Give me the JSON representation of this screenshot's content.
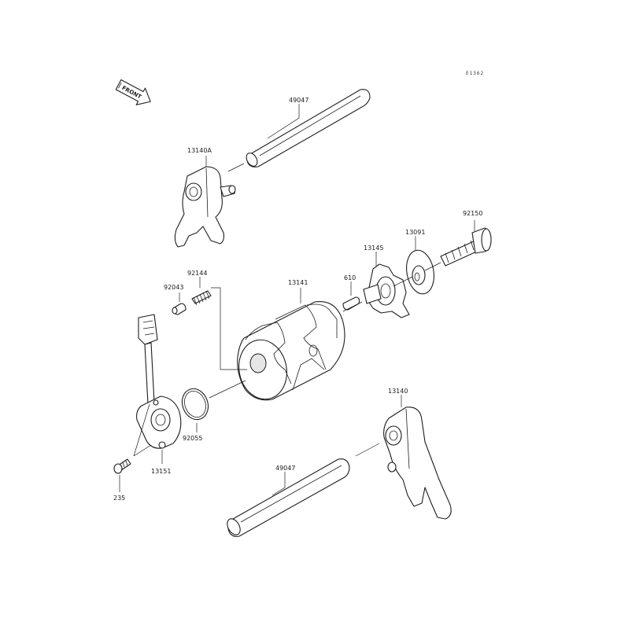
{
  "diagram": {
    "code": "E1362",
    "front_label": "FRONT",
    "callouts": {
      "shaft_upper": "49047",
      "fork_upper": "13140A",
      "bolt": "92150",
      "washer": "13091",
      "drum_cam": "13145",
      "pin": "610",
      "drum": "13141",
      "spring": "92144",
      "detent_pin": "92043",
      "oring": "92055",
      "sensor": "13151",
      "screw": "235",
      "fork_lower": "13140",
      "shaft_lower": "49047"
    }
  }
}
